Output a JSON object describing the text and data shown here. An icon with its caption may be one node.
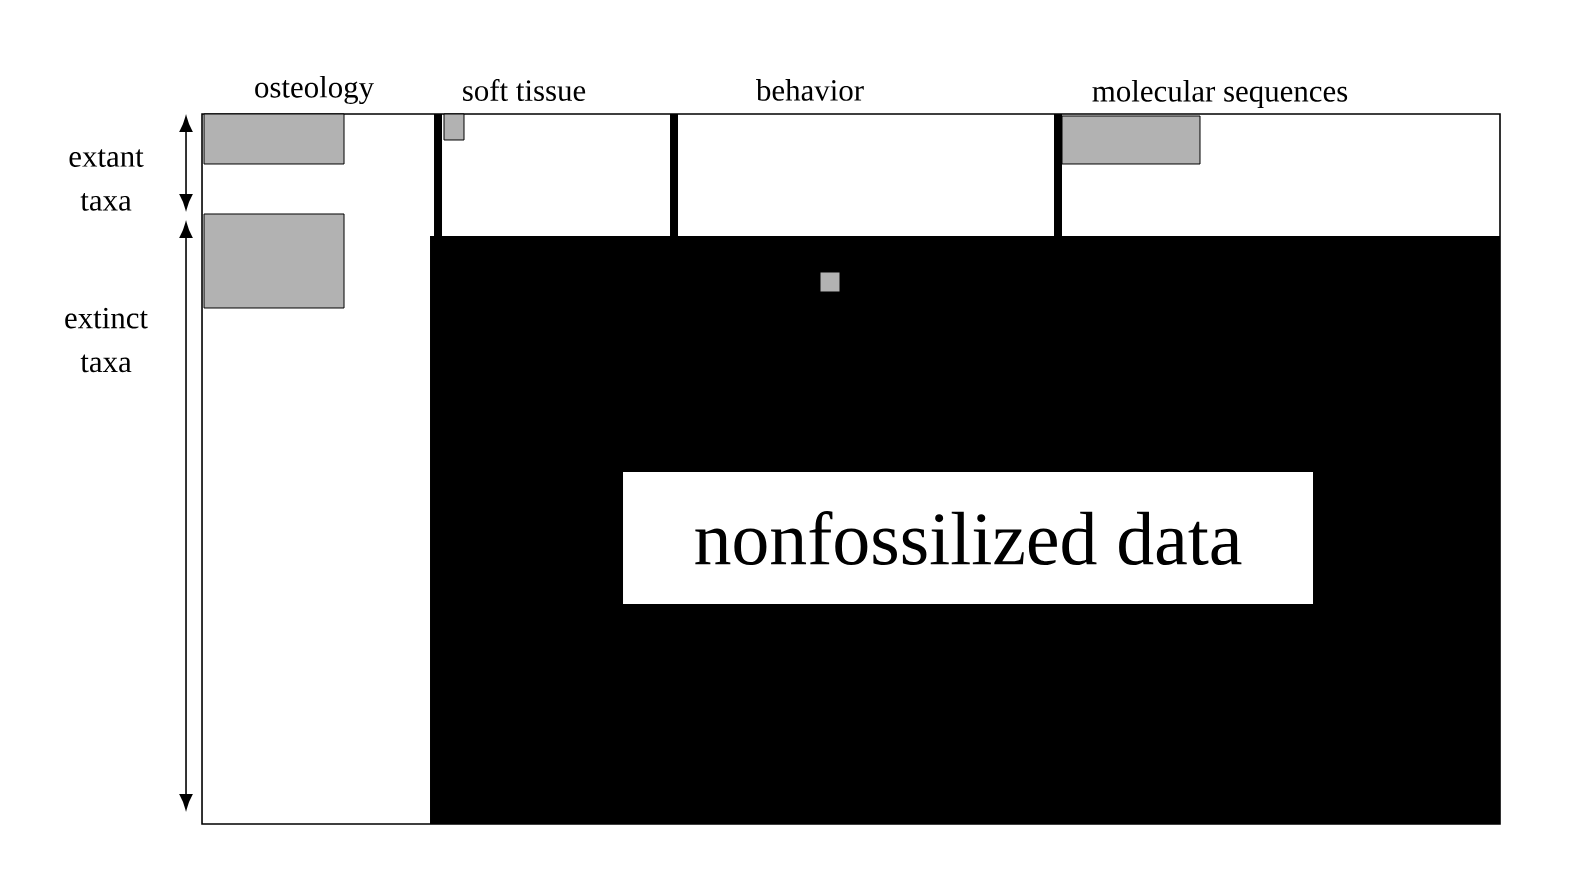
{
  "diagram": {
    "nodes": [
      {
        "text": [
          "nonfossilized data"
        ]
      }
    ],
    "labels": [
      "osteology",
      "soft tissue",
      "behavior",
      "molecular sequences",
      "extant taxa",
      "extinct taxa"
    ]
  }
}
